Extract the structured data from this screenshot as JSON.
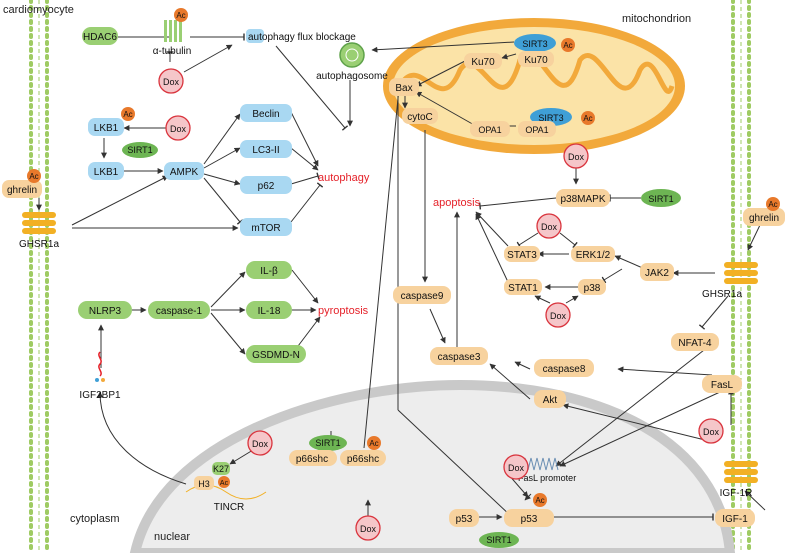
{
  "regions": {
    "cardiomyocyte": "cardiomyocyte",
    "mitochondrion": "mitochondrion",
    "cytoplasm": "cytoplasm",
    "nuclear": "nuclear"
  },
  "labels": {
    "ac": "Ac",
    "dox": "Dox",
    "hdac6": "HDAC6",
    "alpha_tubulin": "α-tubulin",
    "flux_blockage": "autophagy flux blockage",
    "autophagosome": "autophagosome",
    "lkb1": "LKB1",
    "sirt1": "SIRT1",
    "ampk": "AMPK",
    "beclin": "Beclin",
    "lc3": "LC3-II",
    "p62": "p62",
    "mtor": "mTOR",
    "autophagy": "autophagy",
    "ghrelin": "ghrelin",
    "ghsr1a": "GHSR1a",
    "nlrp3": "NLRP3",
    "caspase1": "caspase-1",
    "il_beta": "IL-β",
    "il18": "IL-18",
    "gsdmd": "GSDMD-N",
    "pyroptosis": "pyroptosis",
    "igf2bp1": "IGF2BP1",
    "h3": "H3",
    "k27": "K27",
    "tincr": "TINCR",
    "p66shc": "p66shc",
    "sirt3": "SIRT3",
    "ku70": "Ku70",
    "bax": "Bax",
    "cytoc": "cytoC",
    "opa1": "OPA1",
    "apoptosis": "apoptosis",
    "p38mapk": "p38MAPK",
    "stat3": "STAT3",
    "erk": "ERK1/2",
    "stat1": "STAT1",
    "p38": "p38",
    "jak2": "JAK2",
    "caspase9": "caspase9",
    "caspase3": "caspase3",
    "caspase8": "caspase8",
    "nfat4": "NFAT-4",
    "fasl": "FasL",
    "akt": "Akt",
    "fasl_promoter": "FasL promoter",
    "igf1r": "IGF-1R",
    "igf1": "IGF-1",
    "p53": "p53"
  },
  "colors": {
    "orange_node": "#F7D29E",
    "blue_node": "#A9D8F2",
    "green_node": "#9ACF73",
    "sirt_green": "#6DB553",
    "sirt3_blue": "#3F9FD6",
    "ac_badge": "#E8792B",
    "dox_fill": "#F5C6C9",
    "dox_ring": "#D9343D",
    "red_text": "#E5222A",
    "membrane": "#9FCB63",
    "mito_outer": "#F2A93B",
    "mito_inner": "#FBE3A7",
    "nucleus": "#EDEDED",
    "nucleus_ring": "#C9C9C9"
  }
}
